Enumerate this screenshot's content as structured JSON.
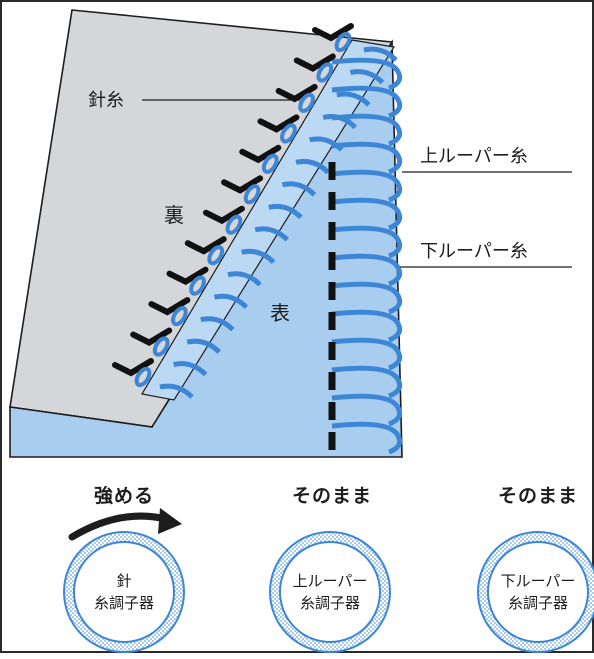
{
  "diagram": {
    "labels": {
      "needle_thread": "針糸",
      "upper_looper_thread": "上ルーパー糸",
      "lower_looper_thread": "下ルーパー糸",
      "back_side": "裏",
      "front_side": "表"
    },
    "dials": [
      {
        "action": "強める",
        "line1": "針",
        "line2": "糸調子器",
        "arrow": true
      },
      {
        "action": "そのまま",
        "line1": "上ルーパー",
        "line2": "糸調子器",
        "arrow": false
      },
      {
        "action": "そのまま",
        "line1": "下ルーパー",
        "line2": "糸調子器",
        "arrow": false
      }
    ],
    "colors": {
      "fabric_back": "#d4d6d9",
      "fabric_front": "#a9cdee",
      "needle_thread": "#111111",
      "looper_thread": "#3d86d6",
      "outline": "#1d1d1d"
    }
  }
}
